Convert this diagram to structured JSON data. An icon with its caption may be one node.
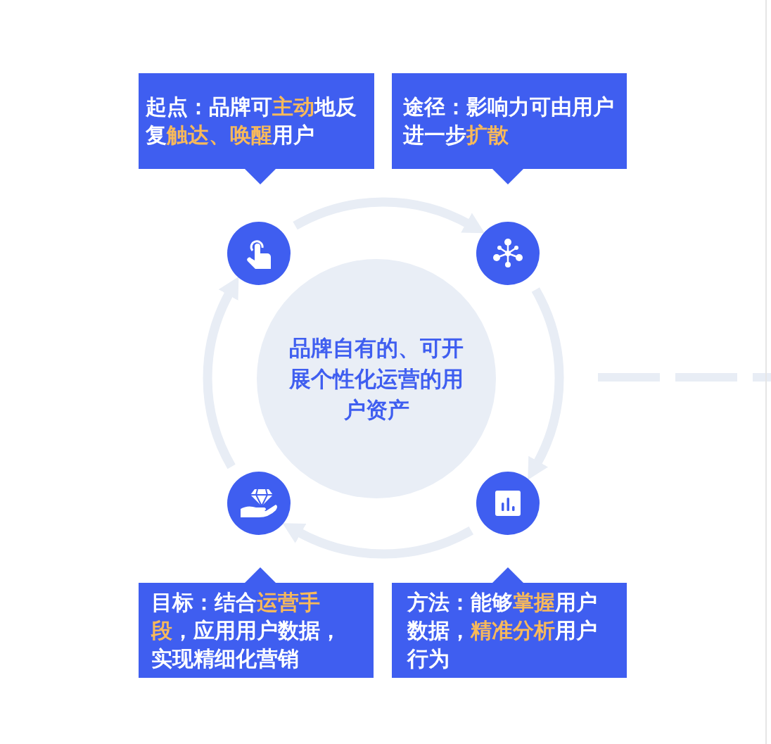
{
  "diagram": {
    "nodes": [
      {
        "text": [
          "起点：品牌可**主动**地反复**触达、唤醒**用户"
        ]
      },
      {
        "text": [
          "途径：影响力可由用户进一步**扩散**"
        ]
      },
      {
        "text": [],
        "shape": "circle"
      },
      {
        "text": [],
        "shape": "circle"
      },
      {
        "text": [
          "品牌自有的、可开展个性化运营的用户资产"
        ]
      },
      {
        "text": [],
        "shape": "circle"
      },
      {
        "text": [],
        "shape": "circle"
      },
      {
        "text": [
          "目标：结合**运营手段**，应用用户数据，实现精细化营销"
        ]
      },
      {
        "text": [
          "方法：能够**掌握**用户数据，**精准分析**用户行为"
        ]
      }
    ],
    "edges": [
      {
        "from": 2,
        "to": 3,
        "arrow": "to"
      },
      {
        "from": 3,
        "to": 6,
        "arrow": "to"
      },
      {
        "from": 6,
        "to": 5,
        "arrow": "to"
      },
      {
        "from": 5,
        "to": 2,
        "arrow": "to"
      }
    ]
  }
}
